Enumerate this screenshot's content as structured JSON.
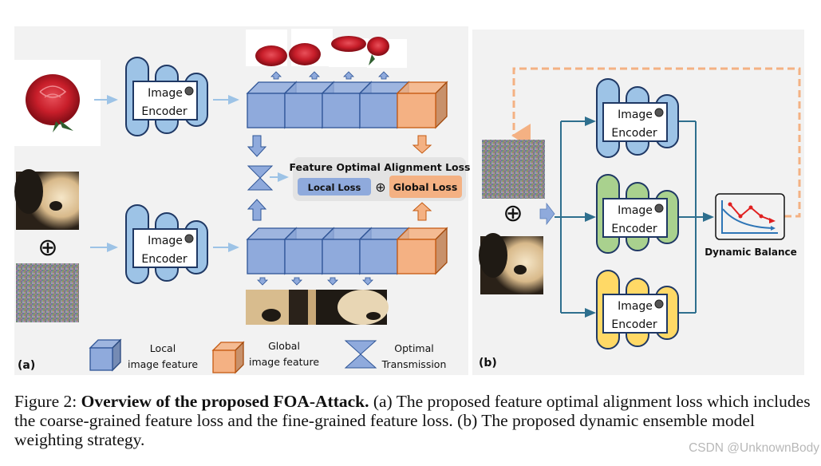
{
  "figure": {
    "panel_a": {
      "label": "(a)",
      "encoder_top": {
        "line1": "Image",
        "line2": "Encoder"
      },
      "encoder_bottom": {
        "line1": "Image",
        "line2": "Encoder"
      },
      "plus_symbol": "⊕",
      "loss_box": {
        "title": "Feature Optimal Alignment Loss",
        "local": "Local Loss",
        "plus": "⊕",
        "global": "Global Loss"
      },
      "legend": [
        {
          "line1": "Local",
          "line2": "image feature"
        },
        {
          "line1": "Global",
          "line2": "image feature"
        },
        {
          "line1": "Optimal",
          "line2": "Transmission"
        }
      ]
    },
    "panel_b": {
      "label": "(b)",
      "plus_symbol": "⊕",
      "encoders": [
        {
          "line1": "Image",
          "line2": "Encoder",
          "color": "#9dc3e6"
        },
        {
          "line1": "Image",
          "line2": "Encoder",
          "color": "#a9d18e"
        },
        {
          "line1": "Image",
          "line2": "Encoder",
          "color": "#ffd966"
        }
      ],
      "dynamic_balance_label": "Dynamic Balance"
    },
    "colors": {
      "panel_bg": "#f2f2f2",
      "local_feature": "#8faadc",
      "global_feature": "#f4b183",
      "encoder_blue": "#9dc3e6",
      "outline_navy": "#1f3864",
      "connector": "#2e6f8e",
      "feedback_dashed": "#f4b183",
      "light_arrow": "#9dc3e6"
    }
  },
  "caption": {
    "prefix": "Figure 2: ",
    "bold": "Overview of the proposed FOA-Attack.",
    "rest": " (a) The proposed feature optimal alignment loss which includes the coarse-grained feature loss and the fine-grained feature loss. (b) The proposed dynamic ensemble model weighting strategy."
  },
  "watermark": "CSDN @UnknownBody"
}
